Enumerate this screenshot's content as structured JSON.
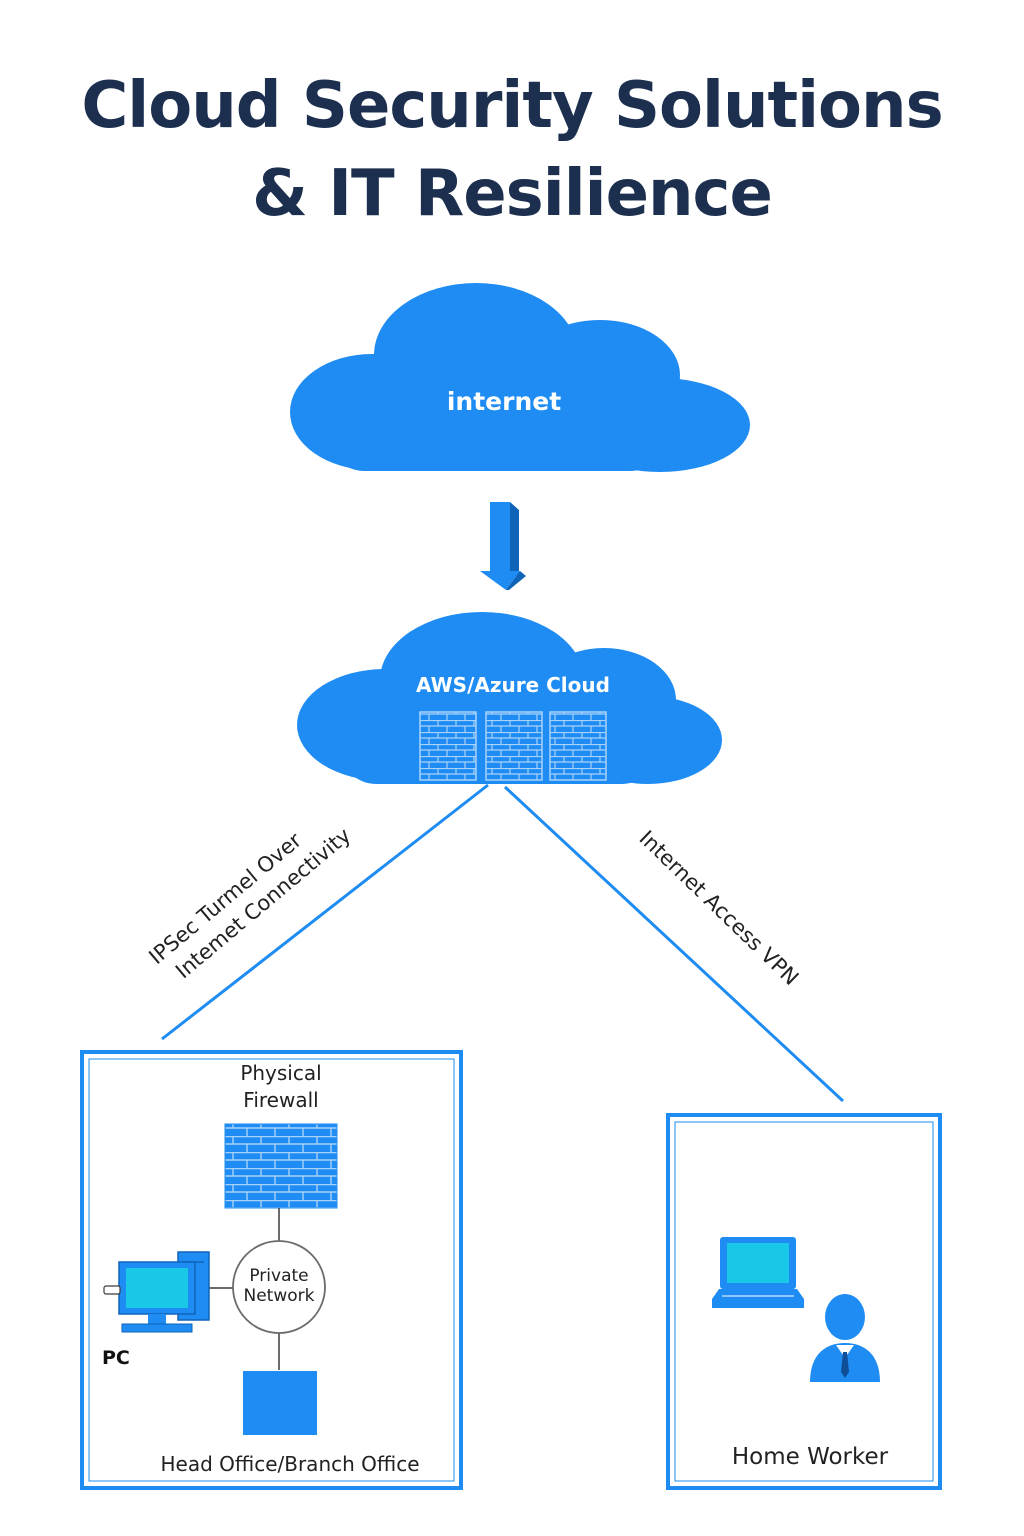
{
  "title": {
    "line1": "Cloud Security Solutions",
    "line2": "& IT Resilience"
  },
  "internet_cloud": {
    "label": "internet",
    "icon": "cloud-icon"
  },
  "down_arrow": {
    "icon": "arrow-down-icon"
  },
  "aws_cloud": {
    "label": "AWS/Azure Cloud",
    "icon": "firewall-icon"
  },
  "links": {
    "ipsec": {
      "line1": "IPSec Turmel Over",
      "line2": "Intemet Connectivity"
    },
    "vpn": {
      "label": "Internet Access VPN"
    }
  },
  "head_office": {
    "firewall_label_line1": "Physical",
    "firewall_label_line2": "Firewall",
    "private_network_line1": "Private",
    "private_network_line2": "Network",
    "pc_label": "PC",
    "box_label": "Head Office/Branch Office"
  },
  "home_worker": {
    "box_label": "Home Worker",
    "icons": [
      "laptop-icon",
      "user-icon"
    ]
  },
  "colors": {
    "primary_blue": "#1e8cf2",
    "title_navy": "#1c2f4f",
    "screen_cyan": "#19c8e6",
    "line_gray": "#3a3a3a"
  }
}
